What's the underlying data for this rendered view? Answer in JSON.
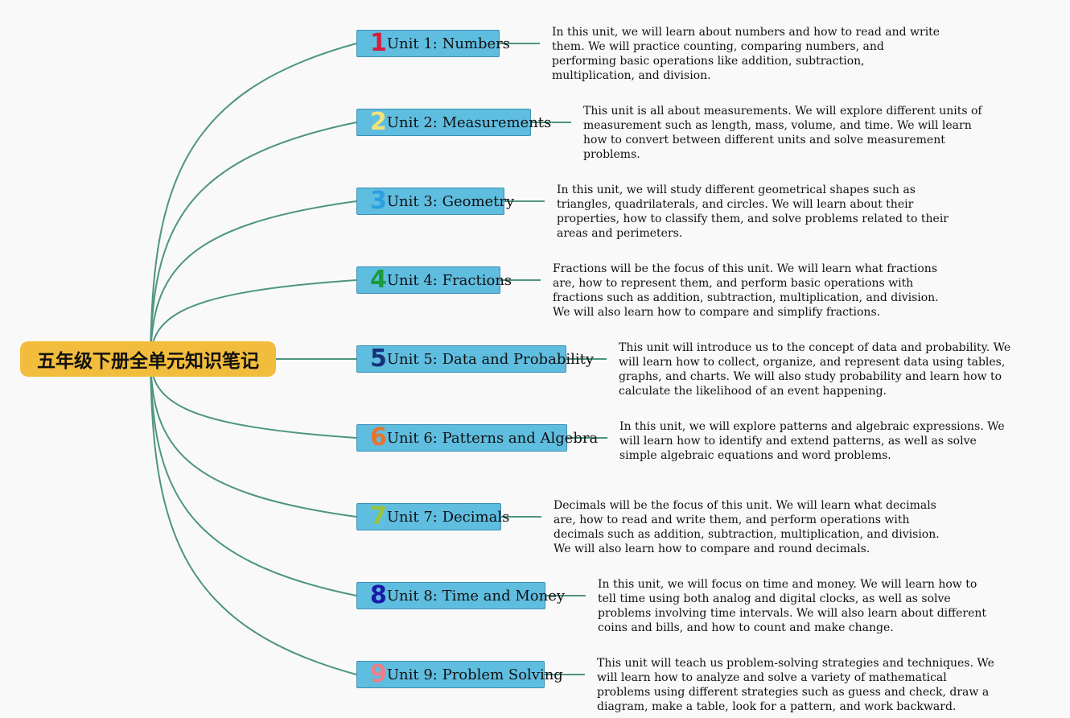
{
  "root": {
    "title": "五年级下册全单元知识笔记"
  },
  "units": [
    {
      "number": "1",
      "title": "Unit 1: Numbers",
      "color": "#d21f3c",
      "description": "In this unit, we will learn about numbers and how to read and write them. We will practice counting, comparing numbers, and performing basic operations like addition, subtraction, multiplication, and division."
    },
    {
      "number": "2",
      "title": "Unit 2: Measurements",
      "color": "#f0e37a",
      "description": "This unit is all about measurements. We will explore different units of measurement such as length, mass, volume, and time. We will learn how to convert between different units and solve measurement problems."
    },
    {
      "number": "3",
      "title": "Unit 3: Geometry",
      "color": "#2b9fe0",
      "description": "In this unit, we will study different geometrical shapes such as triangles, quadrilaterals, and circles. We will learn about their properties, how to classify them, and solve problems related to their areas and perimeters."
    },
    {
      "number": "4",
      "title": "Unit 4: Fractions",
      "color": "#1a9c3a",
      "description": "Fractions will be the focus of this unit. We will learn what fractions are, how to represent them, and perform basic operations with fractions such as addition, subtraction, multiplication, and division. We will also learn how to compare and simplify fractions."
    },
    {
      "number": "5",
      "title": "Unit 5: Data and Probability",
      "color": "#16337a",
      "description": "This unit will introduce us to the concept of data and probability. We will learn how to collect, organize, and represent data using tables, graphs, and charts. We will also study probability and learn how to calculate the likelihood of an event happening."
    },
    {
      "number": "6",
      "title": "Unit 6: Patterns and Algebra",
      "color": "#e8742a",
      "description": "In this unit, we will explore patterns and algebraic expressions. We will learn how to identify and extend patterns, as well as solve simple algebraic equations and word problems."
    },
    {
      "number": "7",
      "title": "Unit 7: Decimals",
      "color": "#9cc43a",
      "description": "Decimals will be the focus of this unit. We will learn what decimals are, how to read and write them, and perform operations with decimals such as addition, subtraction, multiplication, and division. We will also learn how to compare and round decimals."
    },
    {
      "number": "8",
      "title": "Unit 8: Time and Money",
      "color": "#1a1aa8",
      "description": "In this unit, we will focus on time and money. We will learn how to tell time using both analog and digital clocks, as well as solve problems involving time intervals. We will also learn about different coins and bills, and how to count and make change."
    },
    {
      "number": "9",
      "title": "Unit 9: Problem Solving",
      "color": "#ef7d86",
      "description": "This unit will teach us problem-solving strategies and techniques. We will learn how to analyze and solve a variety of mathematical problems using different strategies such as guess and check, draw a diagram, make a table, look for a pattern, and work backward."
    }
  ],
  "theme": {
    "root_color": "#f2bd3d",
    "unit_box_color": "#5fbde0",
    "line_color": "#4e9482"
  }
}
